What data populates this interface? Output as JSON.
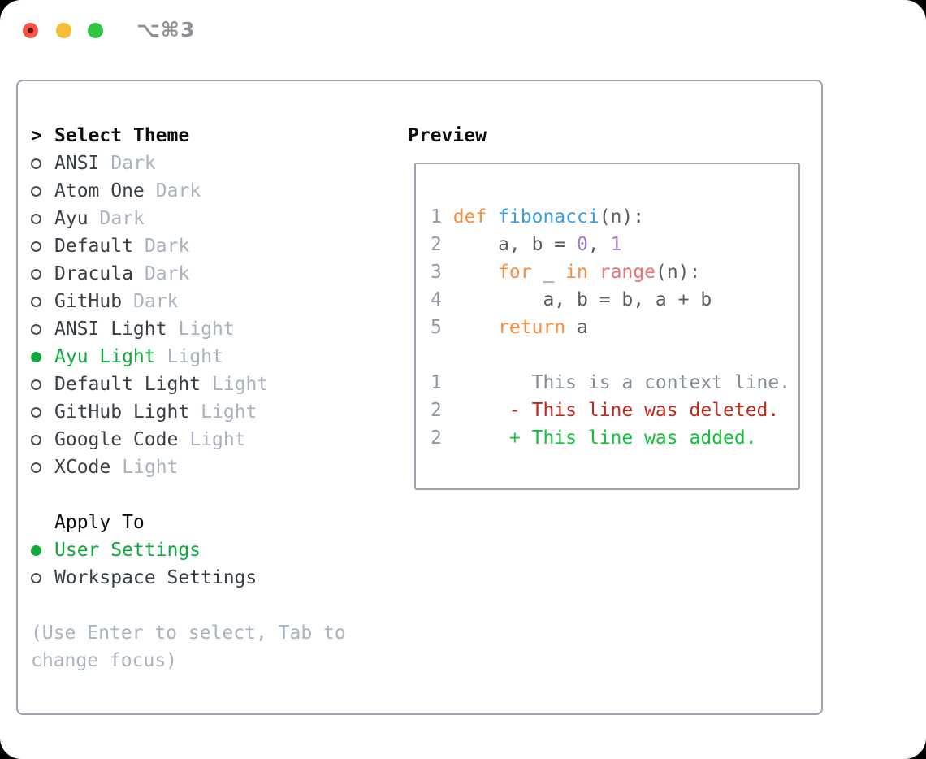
{
  "titlebar": {
    "shortcut": "⌥⌘3"
  },
  "theme_picker": {
    "prompt": ">",
    "title": "Select Theme",
    "items": [
      {
        "name": "ANSI",
        "variant": "Dark",
        "selected": false
      },
      {
        "name": "Atom One",
        "variant": "Dark",
        "selected": false
      },
      {
        "name": "Ayu",
        "variant": "Dark",
        "selected": false
      },
      {
        "name": "Default",
        "variant": "Dark",
        "selected": false
      },
      {
        "name": "Dracula",
        "variant": "Dark",
        "selected": false
      },
      {
        "name": "GitHub",
        "variant": "Dark",
        "selected": false
      },
      {
        "name": "ANSI Light",
        "variant": "Light",
        "selected": false
      },
      {
        "name": "Ayu Light",
        "variant": "Light",
        "selected": true
      },
      {
        "name": "Default Light",
        "variant": "Light",
        "selected": false
      },
      {
        "name": "GitHub Light",
        "variant": "Light",
        "selected": false
      },
      {
        "name": "Google Code",
        "variant": "Light",
        "selected": false
      },
      {
        "name": "XCode",
        "variant": "Light",
        "selected": false
      }
    ]
  },
  "apply_to": {
    "title": "Apply To",
    "options": [
      {
        "label": "User Settings",
        "selected": true
      },
      {
        "label": "Workspace Settings",
        "selected": false
      }
    ]
  },
  "hint": "(Use Enter to select, Tab to change focus)",
  "preview": {
    "title": "Preview",
    "lines": [
      {
        "num": "1",
        "segments": [
          {
            "text": "def ",
            "type": "keyword"
          },
          {
            "text": "fibonacci",
            "type": "function"
          },
          {
            "text": "(n):",
            "type": "plain"
          }
        ]
      },
      {
        "num": "2",
        "segments": [
          {
            "text": "    a, b = ",
            "type": "plain"
          },
          {
            "text": "0",
            "type": "number"
          },
          {
            "text": ", ",
            "type": "plain"
          },
          {
            "text": "1",
            "type": "number"
          }
        ]
      },
      {
        "num": "3",
        "segments": [
          {
            "text": "    ",
            "type": "plain"
          },
          {
            "text": "for",
            "type": "keyword"
          },
          {
            "text": " _ ",
            "type": "plain"
          },
          {
            "text": "in",
            "type": "keyword"
          },
          {
            "text": " ",
            "type": "plain"
          },
          {
            "text": "range",
            "type": "builtin"
          },
          {
            "text": "(n):",
            "type": "plain"
          }
        ]
      },
      {
        "num": "4",
        "segments": [
          {
            "text": "        a, b = b, a + b",
            "type": "plain"
          }
        ]
      },
      {
        "num": "5",
        "segments": [
          {
            "text": "    ",
            "type": "plain"
          },
          {
            "text": "return",
            "type": "keyword"
          },
          {
            "text": " a",
            "type": "plain"
          }
        ]
      },
      {
        "num": "",
        "segments": []
      },
      {
        "num": "1",
        "segments": [
          {
            "text": "       This is a context line.",
            "type": "diff-context"
          }
        ]
      },
      {
        "num": "2",
        "segments": [
          {
            "text": "     - This line was deleted.",
            "type": "diff-deleted"
          }
        ]
      },
      {
        "num": "2",
        "segments": [
          {
            "text": "     + This line was added.",
            "type": "diff-added"
          }
        ]
      }
    ]
  },
  "colors": {
    "window_background": "#ffffff",
    "outside_background": "#000000",
    "panel_border": "#9aa3ae",
    "traffic_red": "#f2564c",
    "traffic_red_dot": "#6e120a",
    "traffic_yellow": "#f7bd35",
    "traffic_green": "#2fc642",
    "shortcut_text": "#8e9095",
    "heading_text": "#0b0d10",
    "item_name": "#383f46",
    "item_variant": "#a9b2bf",
    "hint_text": "#a9b2bf",
    "selection_green": "#10a93c",
    "line_number": "#8f99a3",
    "code_plain": "#565d63",
    "code_keyword": "#fa8d3e",
    "code_function": "#399ee6",
    "code_builtin": "#f07171",
    "code_number": "#a37acc",
    "diff_context": "#858d95",
    "diff_deleted": "#c4271b",
    "diff_added": "#0fc236"
  }
}
